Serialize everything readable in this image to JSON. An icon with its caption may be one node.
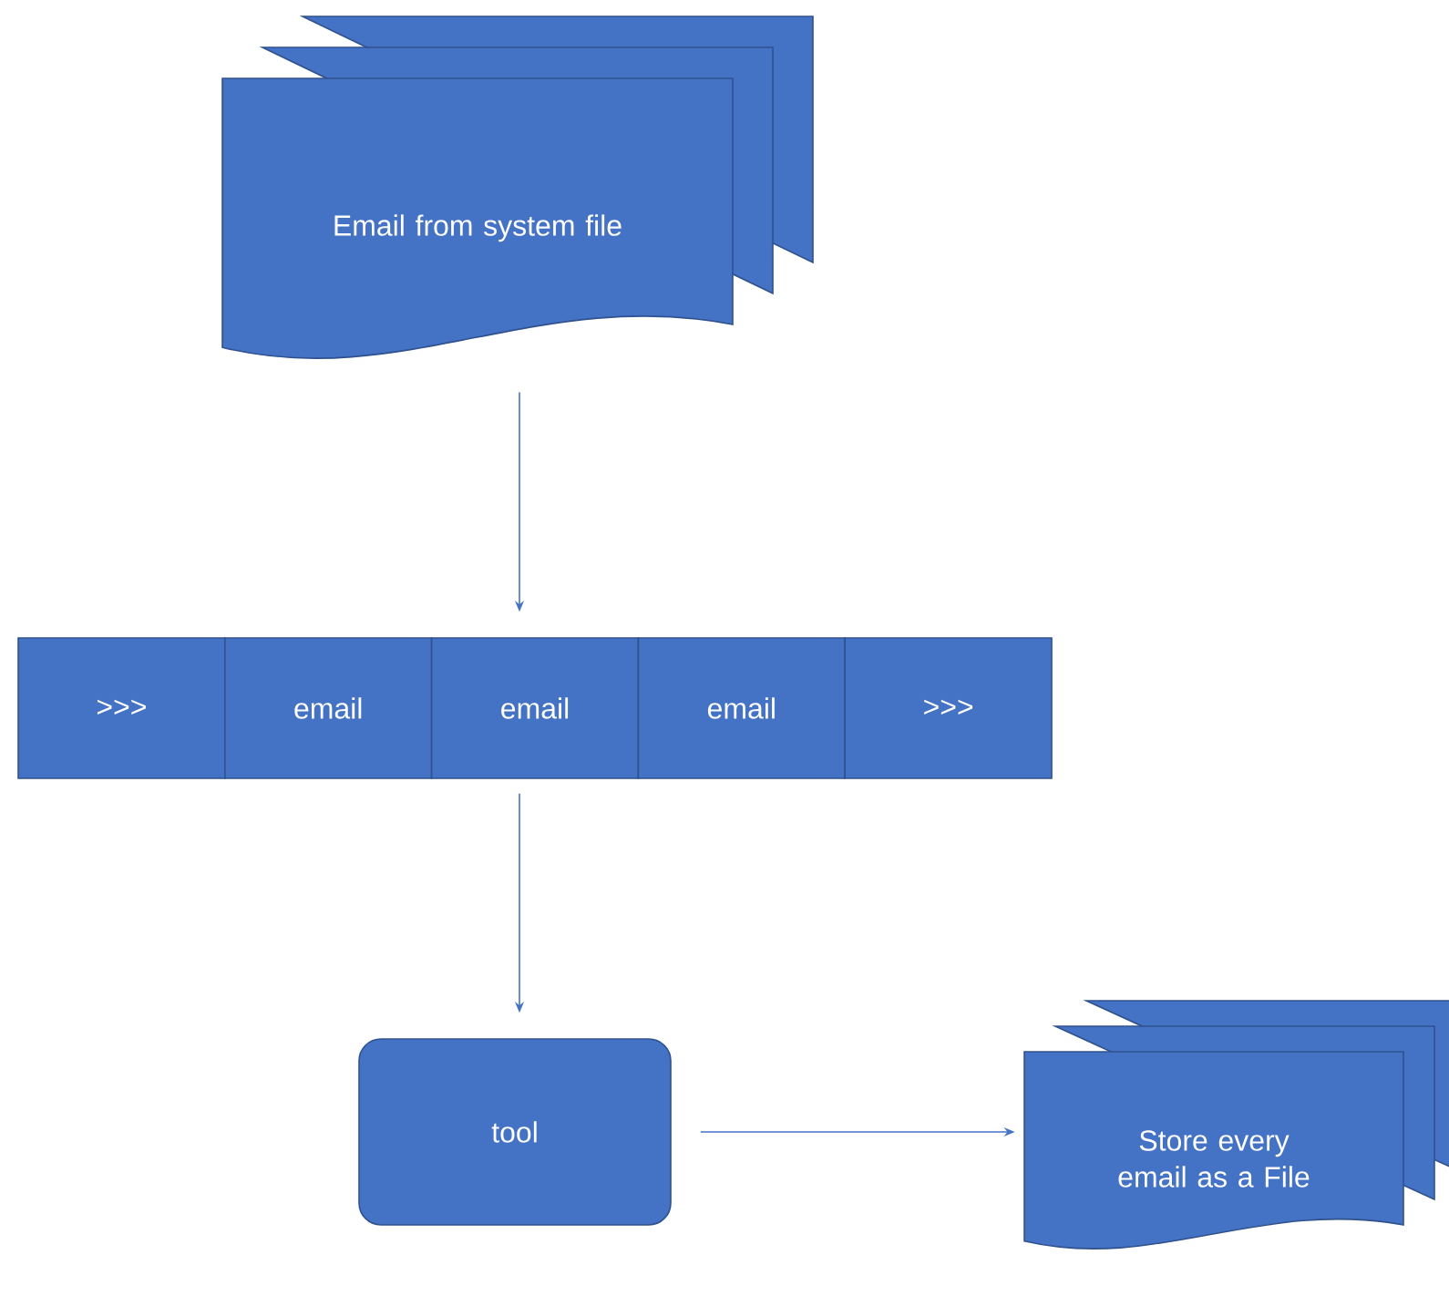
{
  "diagram": {
    "nodes": [
      {
        "text": [
          "Email from system file"
        ]
      },
      {
        "text": [
          ">>>"
        ]
      },
      {
        "text": [
          "email"
        ]
      },
      {
        "text": [
          "email"
        ]
      },
      {
        "text": [
          "email"
        ]
      },
      {
        "text": [
          ">>>"
        ]
      },
      {
        "text": [
          "tool"
        ]
      },
      {
        "text": [
          "Store every email as a File"
        ]
      }
    ],
    "edges": [
      {
        "from": 0,
        "to": 3,
        "arrow": "to"
      },
      {
        "from": 3,
        "to": 6,
        "arrow": "to"
      },
      {
        "from": 6,
        "to": 7,
        "arrow": "to"
      }
    ]
  }
}
